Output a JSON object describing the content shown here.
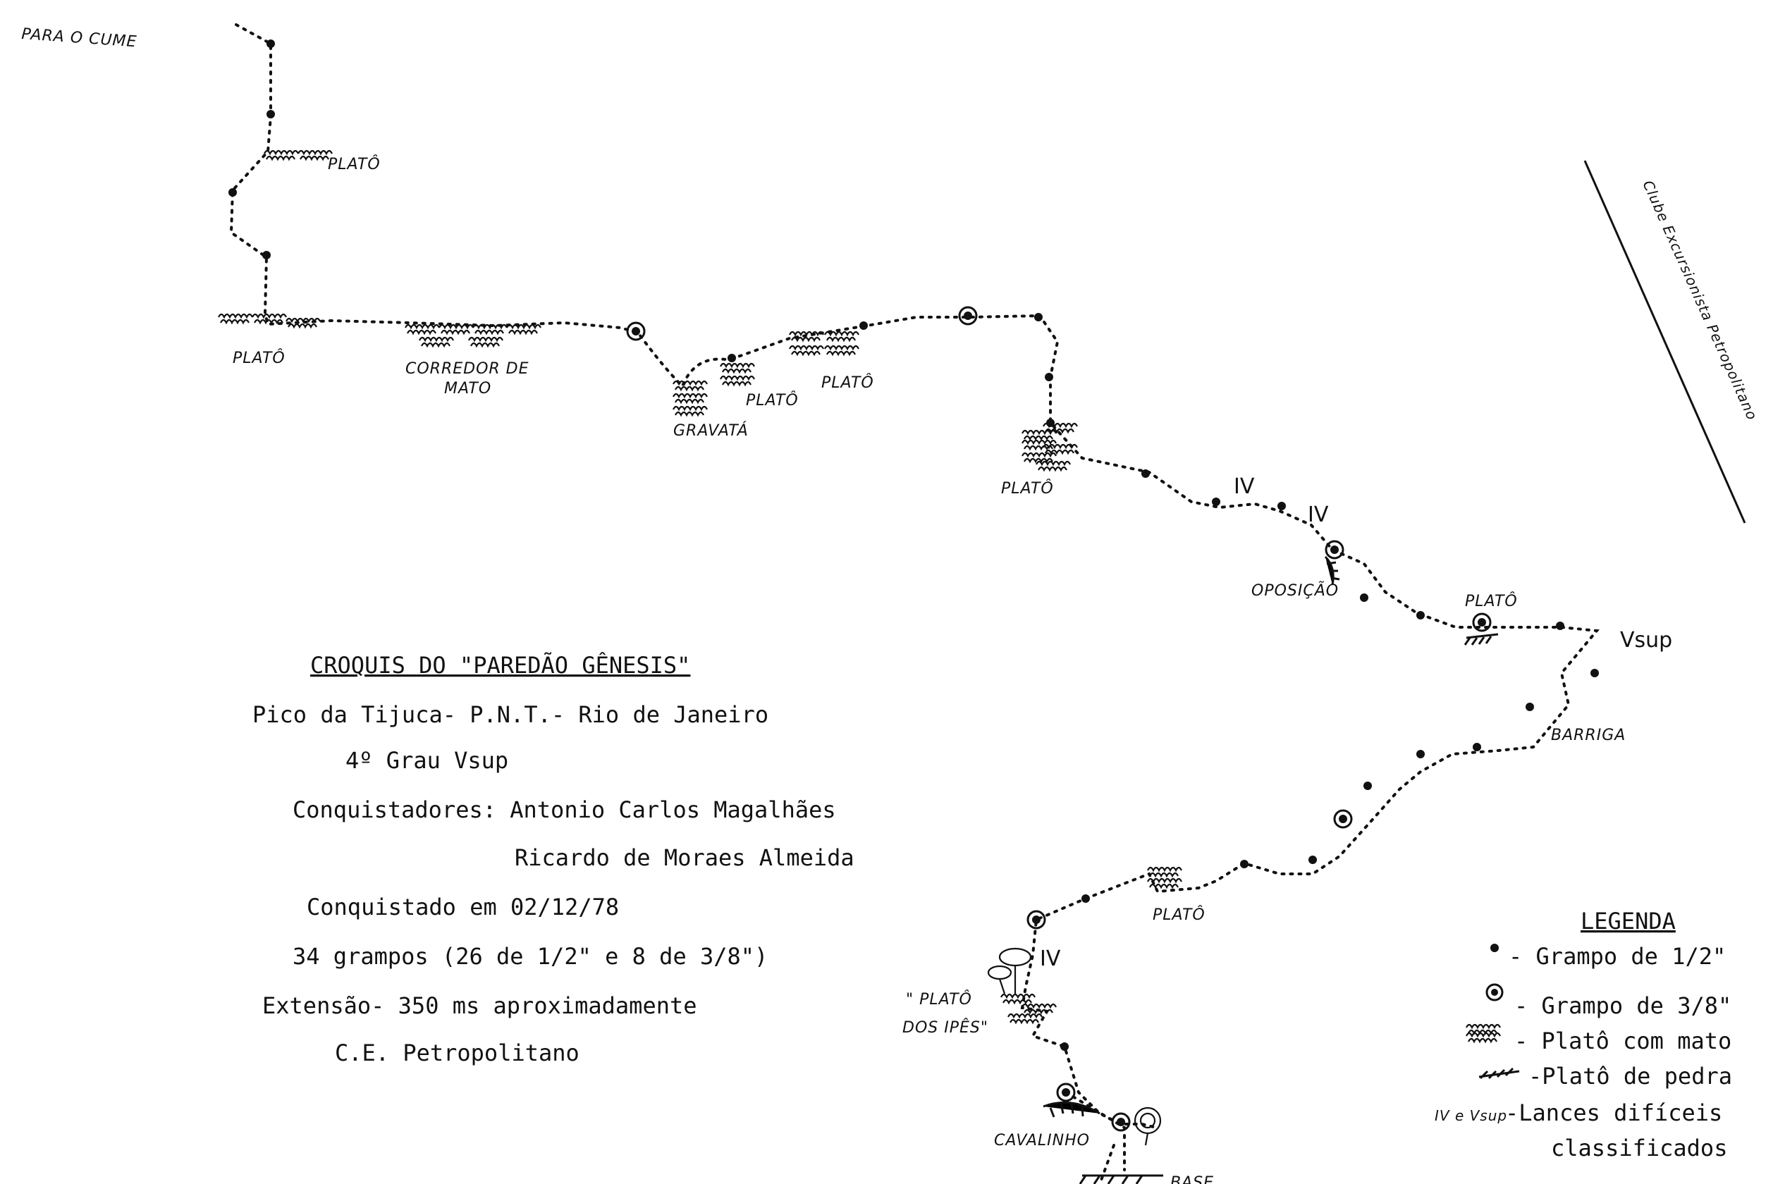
{
  "top_label": "PARA O CUME",
  "diagonal_note": "Clube Excursionista Petropolitano",
  "route_labels": {
    "plato": "PLATÔ",
    "corredor_line1": "CORREDOR DE",
    "corredor_line2": "MATO",
    "gravata": "GRAVATÁ",
    "oposicao": "OPOSIÇÃO",
    "vsup": "Vsup",
    "barriga": "BARRIGA",
    "iv": "IV",
    "plato_ipes_line1": "\" PLATÔ",
    "plato_ipes_line2": "DOS IPÊS\"",
    "cavalinho": "CAVALINHO",
    "base": "BASE"
  },
  "info": {
    "title": "CROQUIS DO \"PAREDÃO GÊNESIS\"",
    "location": "Pico da Tijuca- P.N.T.- Rio de Janeiro",
    "grade": "4º Grau Vsup",
    "conquerors_label": "Conquistadores: Antonio Carlos Magalhães",
    "conqueror_2": "Ricardo de Moraes Almeida",
    "date": "Conquistado em 02/12/78",
    "bolts": "34 grampos (26 de 1/2\" e 8 de 3/8\")",
    "extension": "Extensão- 350 ms aproximadamente",
    "club": "C.E. Petropolitano"
  },
  "legend": {
    "title": "LEGENDA",
    "items": [
      "- Grampo de 1/2\"",
      "- Grampo de 3/8\"",
      "- Platô com mato",
      "-Platô de pedra",
      "-Lances difíceis"
    ],
    "difficult_prefix": "IV e Vsup",
    "difficult_cont": "classificados"
  }
}
